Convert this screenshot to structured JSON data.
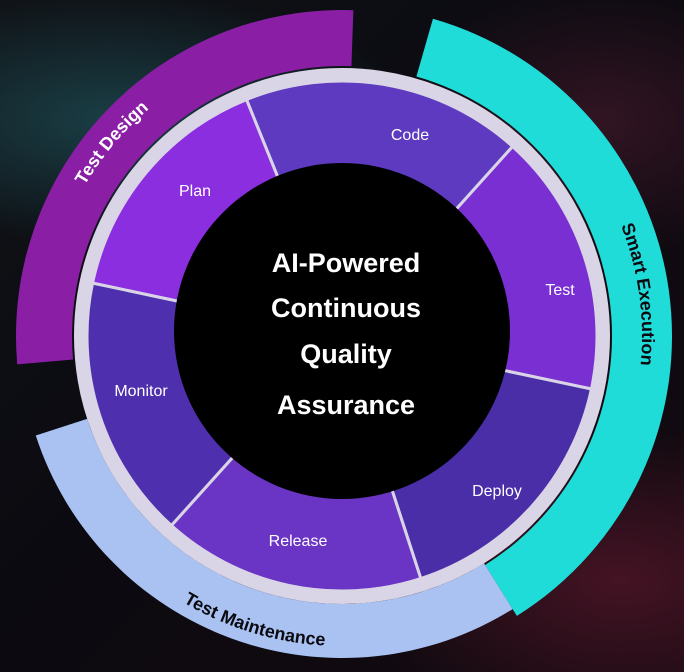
{
  "center": {
    "lines": [
      "AI-Powered",
      "Continuous",
      "Quality",
      "Assurance"
    ]
  },
  "bands": [
    {
      "label": "Test Design",
      "color": "#8a1fa6",
      "text_color": "#ffffff"
    },
    {
      "label": "Smart Execution",
      "color": "#1fdcd9",
      "text_color": "#0b0a10"
    },
    {
      "label": "Test Maintenance",
      "color": "#a9c2f2",
      "text_color": "#0b0a10"
    }
  ],
  "stages": [
    "Code",
    "Test",
    "Deploy",
    "Release",
    "Monitor",
    "Plan"
  ],
  "colors": {
    "ring_outline": "#d9d4e6",
    "segment_light": "#9a3fe0",
    "segment_dark": "#4a2fa8",
    "center_fill": "#000000"
  }
}
